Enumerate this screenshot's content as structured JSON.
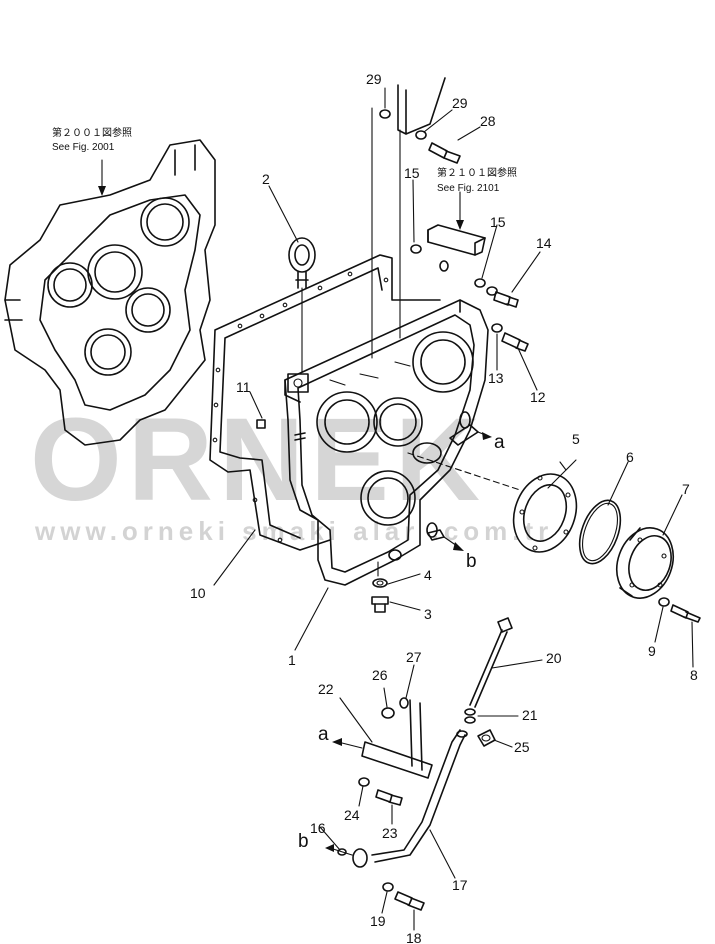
{
  "watermark": {
    "logo_text": "ORNEK",
    "url_text": "www.orneki  smaki  alar  .com.tr",
    "accent_color": "#f2d27a",
    "gray_color": "#c9c9c9"
  },
  "references": [
    {
      "id": "ref-2001",
      "jp": "第２００１図参照",
      "en": "See Fig. 2001"
    },
    {
      "id": "ref-2101",
      "jp": "第２１０１図参照",
      "en": "See Fig. 2101"
    }
  ],
  "part_numbers": [
    "1",
    "2",
    "3",
    "4",
    "5",
    "6",
    "7",
    "8",
    "9",
    "10",
    "11",
    "12",
    "13",
    "14",
    "15",
    "15",
    "16",
    "17",
    "18",
    "19",
    "20",
    "21",
    "22",
    "23",
    "24",
    "25",
    "26",
    "27",
    "28",
    "29",
    "29"
  ],
  "connection_letters": [
    "a",
    "b",
    "a",
    "b"
  ]
}
